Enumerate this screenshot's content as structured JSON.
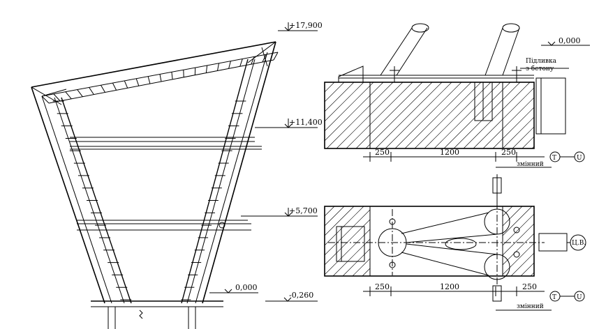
{
  "elevation": {
    "marks": {
      "top": "+17,900",
      "upper": "+11,400",
      "middle": "+5,700",
      "ground": "0,000",
      "below": "-0,260"
    }
  },
  "foundation_section": {
    "mark": "0,000",
    "note_line1": "Підливка",
    "note_line2": "з бетону",
    "dims": [
      "250",
      "1200",
      "250"
    ],
    "variable": "змінний",
    "bubble_t": "T",
    "bubble_u": "U"
  },
  "foundation_plan": {
    "dims": [
      "250",
      "1200",
      "250"
    ],
    "variable": "змінний",
    "bubble_t": "T",
    "bubble_u": "U",
    "axis_label": "Ц.В."
  }
}
